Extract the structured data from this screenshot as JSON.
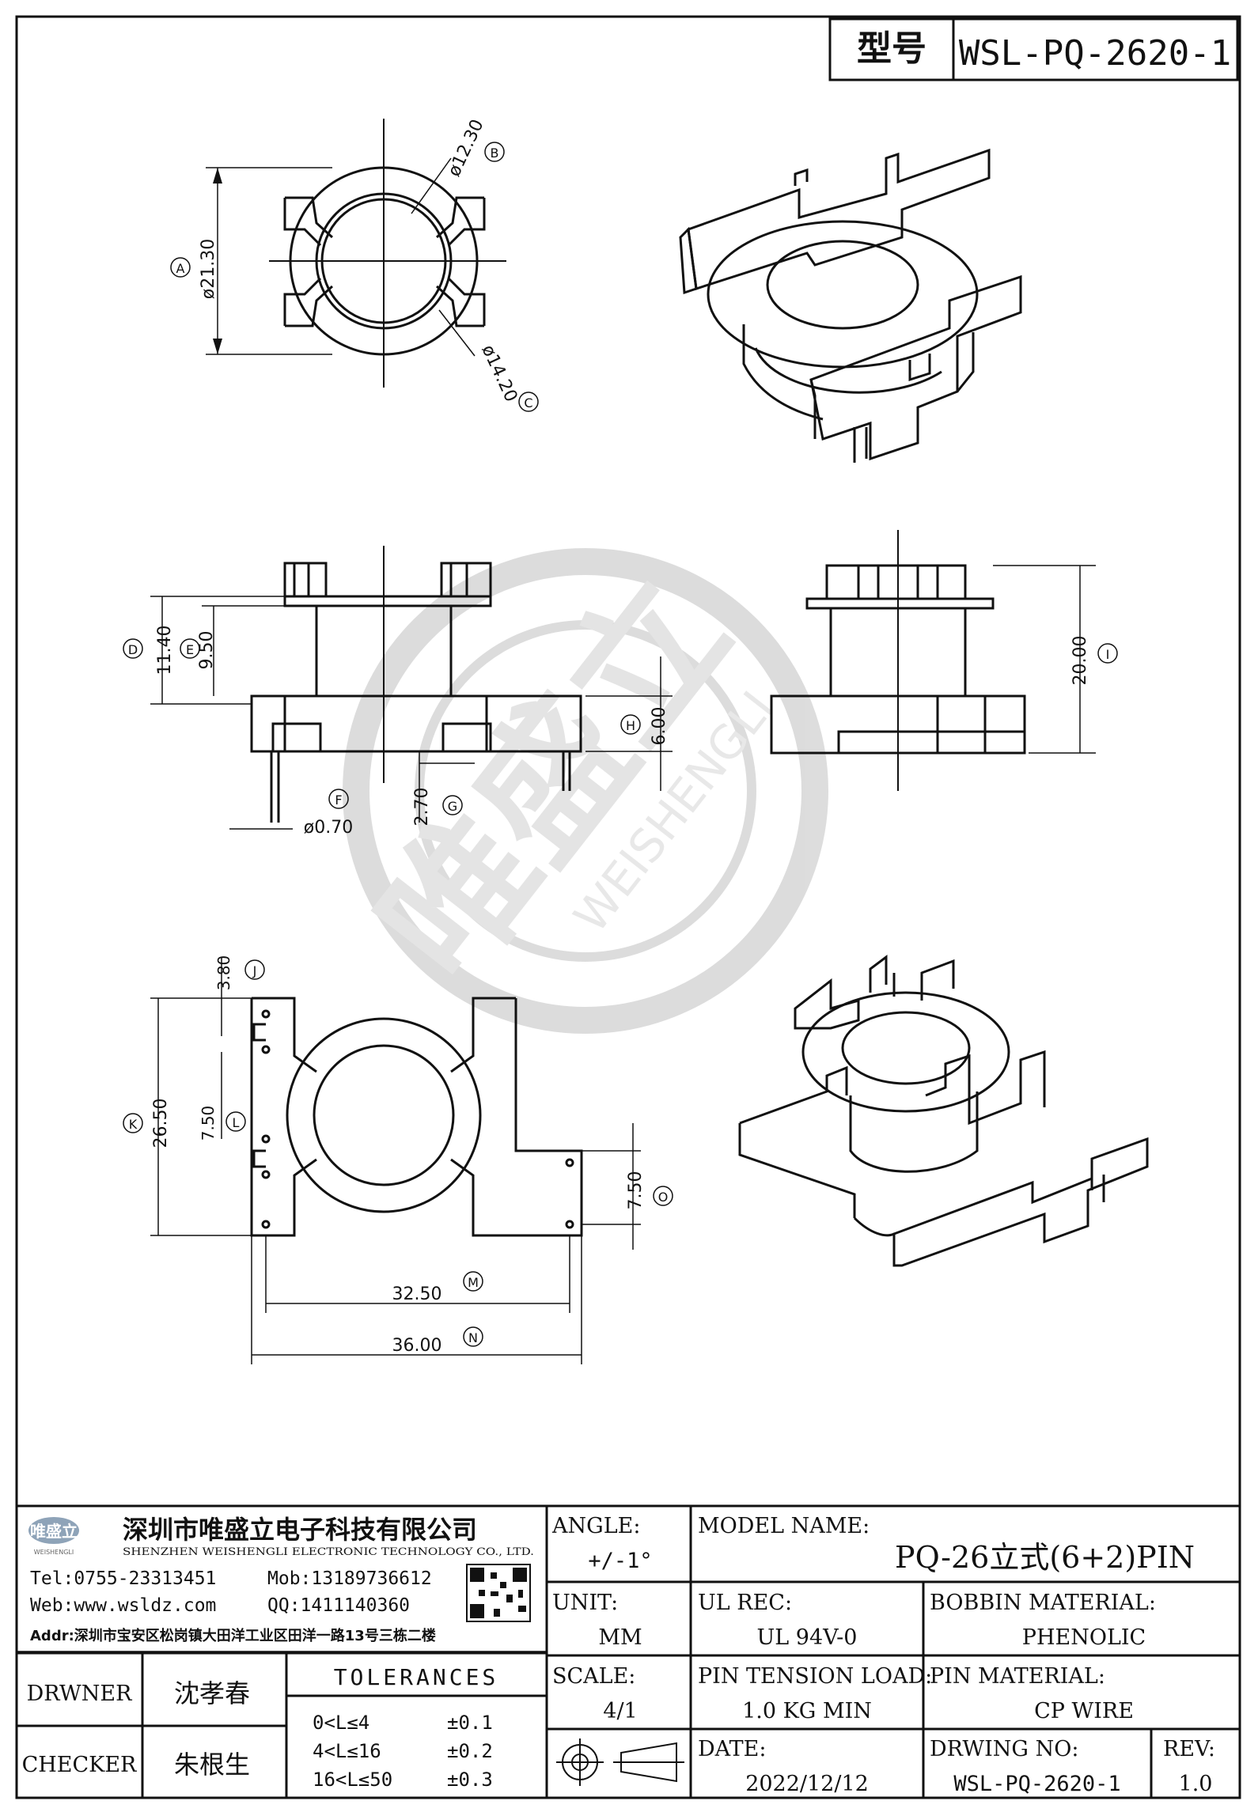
{
  "model_box": {
    "label": "型号",
    "value": "WSL-PQ-2620-1"
  },
  "dimensions": {
    "a": "A",
    "a_val": "ø21.30",
    "b": "B",
    "b_val": "ø12.30",
    "c": "C",
    "c_val": "ø14.20",
    "d": "D",
    "d_val": "11.40",
    "e": "E",
    "e_val": "9.50",
    "f": "F",
    "f_val": "ø0.70",
    "g": "G",
    "g_val": "2.70",
    "h": "H",
    "h_val": "6.00",
    "i": "I",
    "i_val": "20.00",
    "j": "J",
    "j_val": "3.80",
    "k": "K",
    "k_val": "26.50",
    "l": "L",
    "l_val": "7.50",
    "m": "M",
    "m_val": "32.50",
    "n": "N",
    "n_val": "36.00",
    "o": "O",
    "o_val": "7.50"
  },
  "watermark": {
    "brand": "唯盛立",
    "latin": "WEISHENGLI"
  },
  "company": {
    "logo_name": "唯盛立",
    "logo_sub": "WEISHENGLI",
    "name_cn": "深圳市唯盛立电子科技有限公司",
    "name_en": "SHENZHEN WEISHENGLI ELECTRONIC TECHNOLOGY CO., LTD.",
    "tel": "Tel:0755-23313451",
    "mob": "Mob:13189736612",
    "web": "Web:www.wsldz.com",
    "qq": "QQ:1411140360",
    "addr": "Addr:深圳市宝安区松岗镇大田洋工业区田洋一路13号三栋二楼"
  },
  "title_block": {
    "angle_label": "ANGLE:",
    "angle_value": "+/-1°",
    "model_label": "MODEL NAME:",
    "model_value": "PQ-26立式(6+2)PIN",
    "unit_label": "UNIT:",
    "unit_value": "MM",
    "ul_label": "UL REC:",
    "ul_value": "UL 94V-0",
    "bobbin_label": "BOBBIN MATERIAL:",
    "bobbin_value": "PHENOLIC",
    "scale_label": "SCALE:",
    "scale_value": "4/1",
    "tension_label": "PIN TENSION LOAD:",
    "tension_value": "1.0 KG MIN",
    "pin_label": "PIN MATERIAL:",
    "pin_value": "CP WIRE",
    "date_label": "DATE:",
    "date_value": "2022/12/12",
    "drwno_label": "DRWING NO:",
    "drwno_value": "WSL-PQ-2620-1",
    "rev_label": "REV:",
    "rev_value": "1.0",
    "drawer_label": "DRWNER",
    "drawer_value": "沈孝春",
    "checker_label": "CHECKER",
    "checker_value": "朱根生",
    "tol_title": "TOLERANCES",
    "tol_rows": [
      {
        "range": "0<L≤4",
        "value": "±0.1"
      },
      {
        "range": "4<L≤16",
        "value": "±0.2"
      },
      {
        "range": "16<L≤50",
        "value": "±0.3"
      }
    ]
  }
}
